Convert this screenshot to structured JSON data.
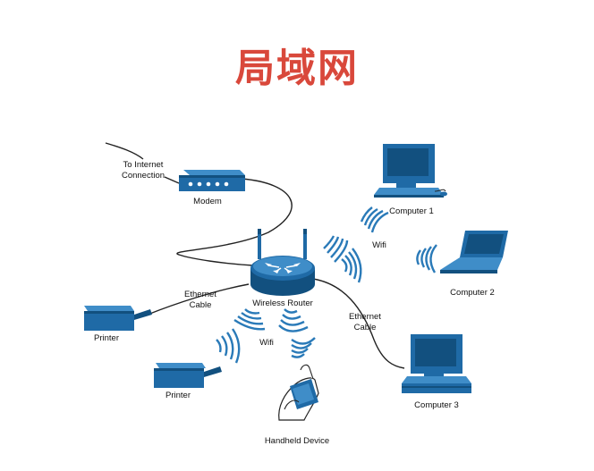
{
  "title": "局域网",
  "labels": {
    "internet": [
      "To Internet",
      "Connection"
    ],
    "modem": "Modem",
    "router": "Wireless Router",
    "computer1": "Computer 1",
    "computer2": "Computer 2",
    "computer3": "Computer 3",
    "wifi_right": "Wifi",
    "wifi_bottom": "Wifi",
    "ethernet_left": [
      "Ethernet",
      "Cable"
    ],
    "ethernet_right": [
      "Ethernet",
      "Cable"
    ],
    "printer1": "Printer",
    "printer2": "Printer",
    "handheld": "Handheld Device"
  },
  "colors": {
    "title": "#d9483b",
    "device_blue": "#1f6aa6",
    "device_dark": "#12507f",
    "device_light": "#3f8dc8",
    "wave_blue": "#2a7ab8",
    "cable": "#222222"
  }
}
